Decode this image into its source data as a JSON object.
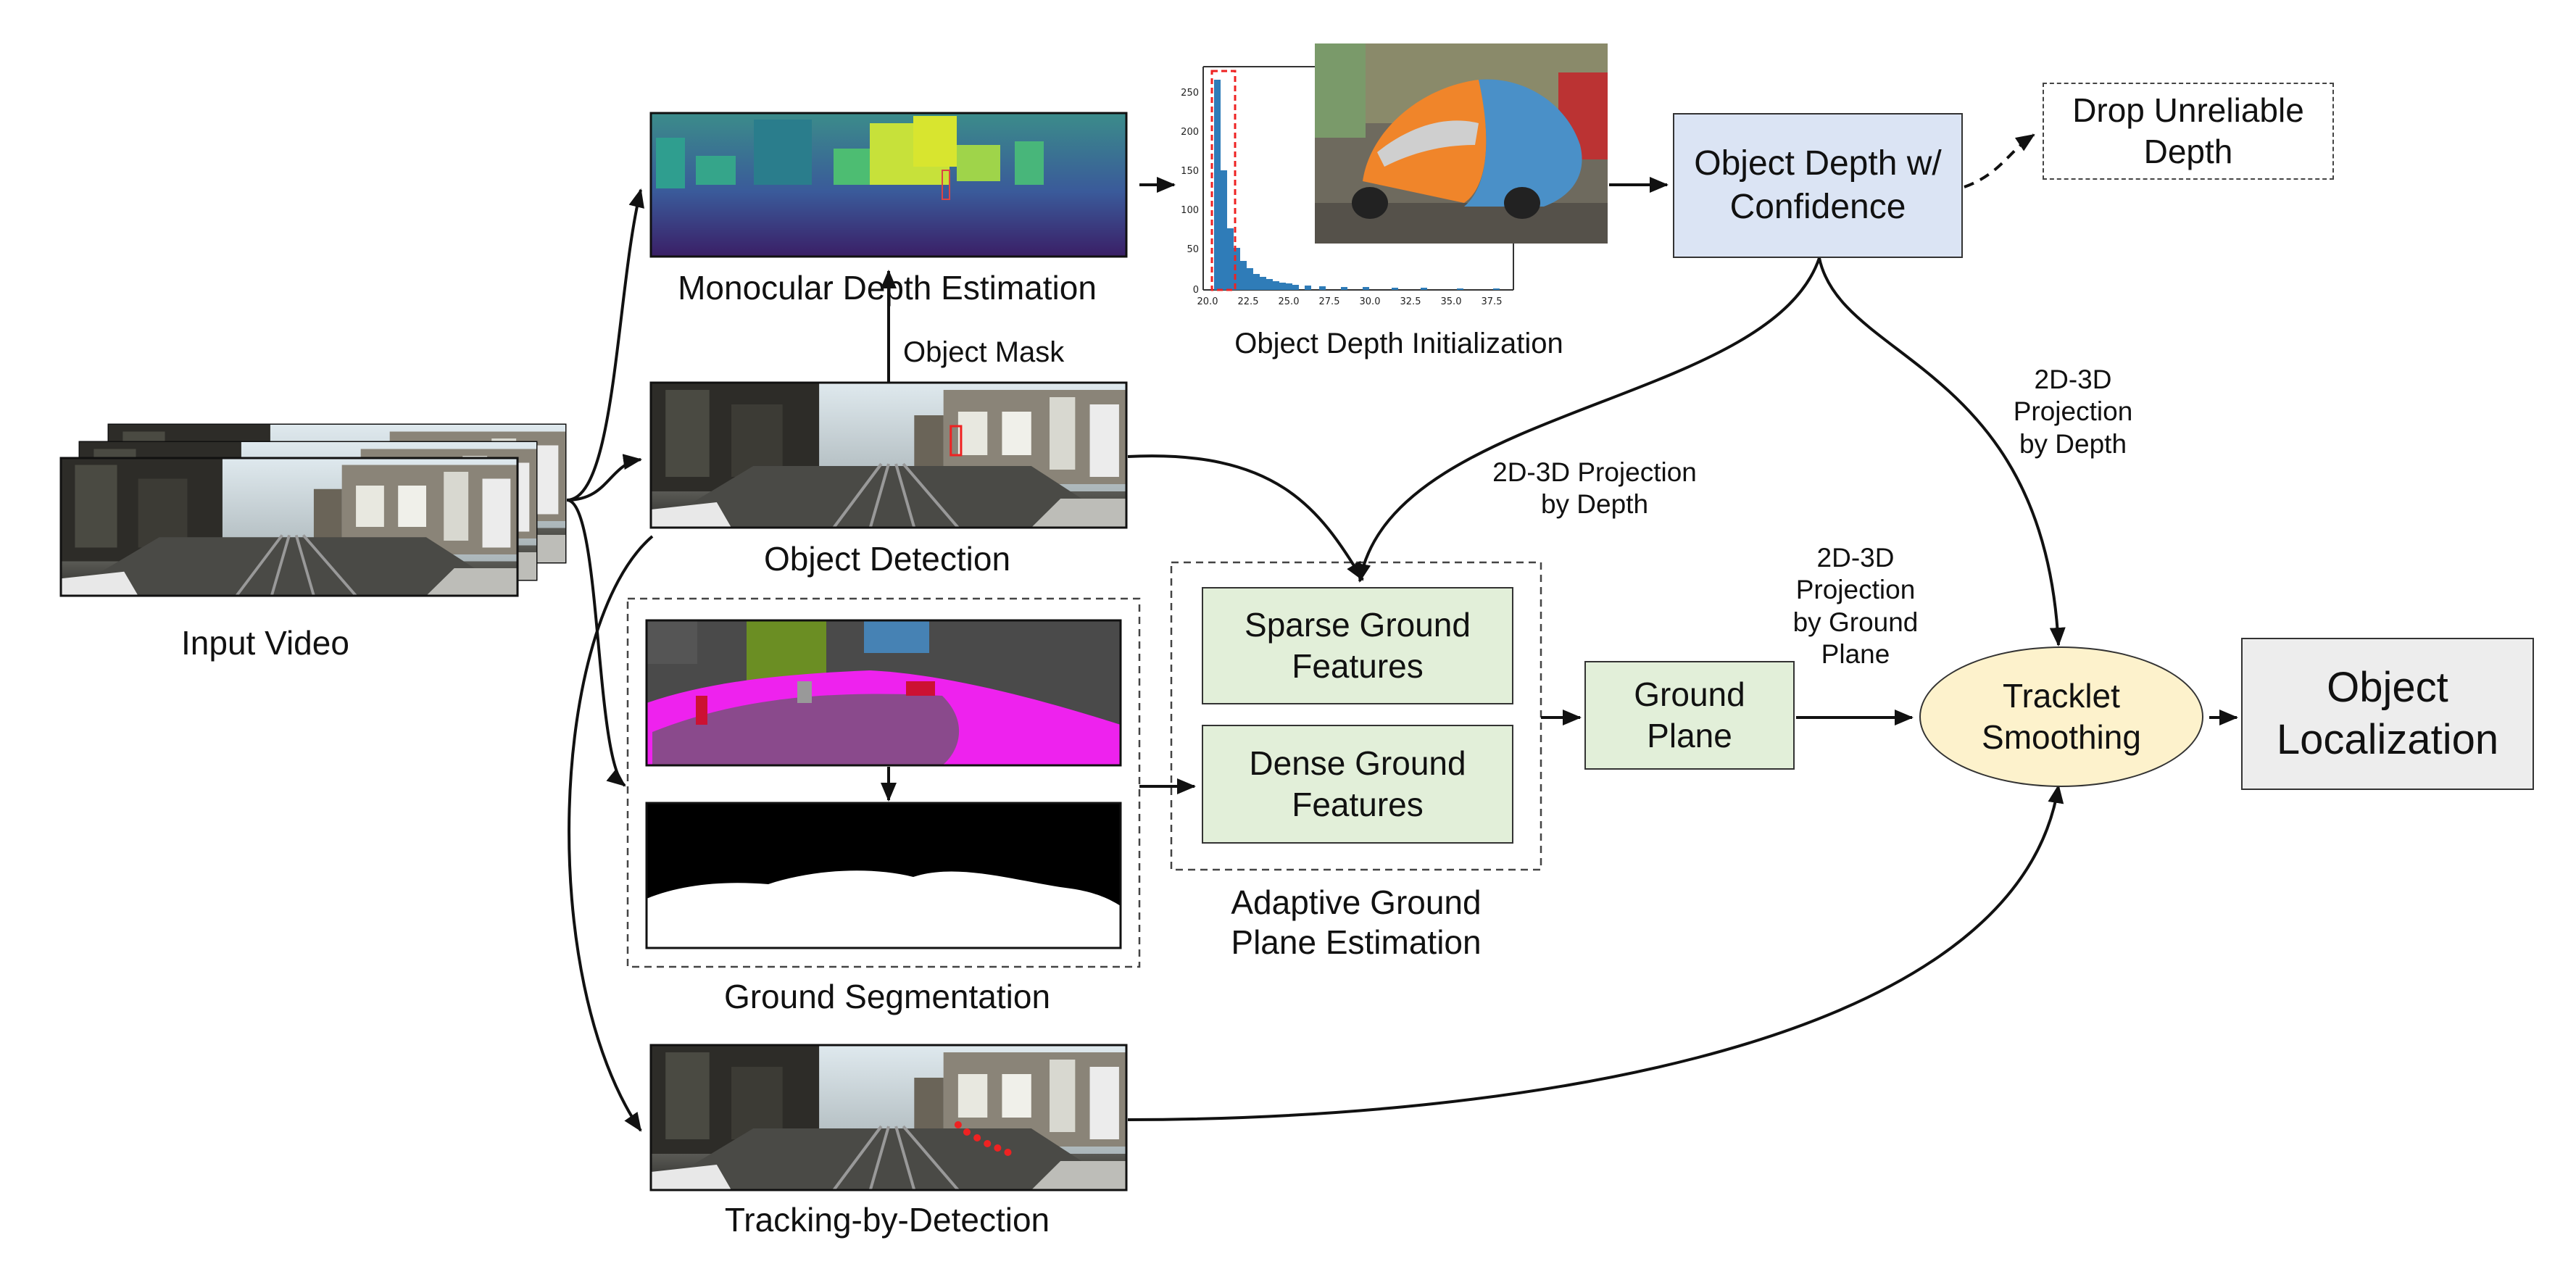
{
  "labels": {
    "input_video": "Input Video",
    "mono_depth": "Monocular Depth Estimation",
    "object_mask": "Object Mask",
    "object_detection": "Object Detection",
    "ground_segmentation": "Ground Segmentation",
    "tracking": "Tracking-by-Detection",
    "depth_init": "Object Depth Initialization",
    "adaptive_ground": "Adaptive Ground\nPlane Estimation",
    "proj_depth_1": "2D-3D Projection\nby Depth",
    "proj_depth_2": "2D-3D\nProjection\nby Depth",
    "proj_ground": "2D-3D\nProjection\nby Ground\nPlane"
  },
  "boxes": {
    "object_depth": "Object Depth w/\nConfidence",
    "drop_unreliable": "Drop Unreliable\nDepth",
    "sparse_ground": "Sparse Ground\nFeatures",
    "dense_ground": "Dense Ground\nFeatures",
    "ground_plane": "Ground\nPlane",
    "tracklet": "Tracklet\nSmoothing",
    "object_loc": "Object\nLocalization"
  },
  "histogram": {
    "y_ticks": [
      "250",
      "200",
      "150",
      "100",
      "50",
      "0"
    ],
    "x_ticks": [
      "20.0",
      "22.5",
      "25.0",
      "27.5",
      "30.0",
      "32.5",
      "35.0",
      "37.5"
    ]
  },
  "colors": {
    "green_box": "#e2efd9",
    "blue_box": "#dbe4f4",
    "grey_box": "#ededed",
    "yellow_ellipse": "#fdf2cc",
    "histogram_bar": "#2f7cb8",
    "road_class": "#8a4a8c",
    "sidewalk_class": "#ee22ee",
    "vegetation_class": "#6b8e23",
    "sky_class": "#4682b4",
    "car_highlight_orange": "#f0852a",
    "car_highlight_blue": "#4a90c8"
  }
}
